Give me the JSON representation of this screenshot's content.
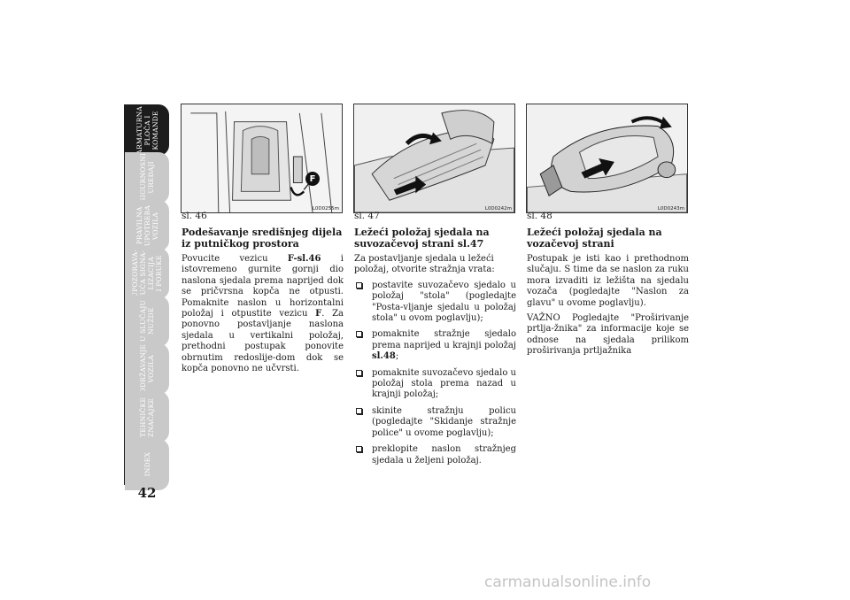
{
  "tabs": [
    {
      "label": "ARMATURNA\nPLOČA I\nKOMANDE",
      "active": true
    },
    {
      "label": "SIGURNOSNI\nUREĐAJI",
      "active": false
    },
    {
      "label": "PRAVILNA\nUPOTREBA\nVOZILA",
      "active": false
    },
    {
      "label": "UPOZORAVA-\nJUĆA SIGNA-\nLIZACIJA\nI PORUKE",
      "active": false
    },
    {
      "label": "U SLUČAJU\nNUŽDE",
      "active": false
    },
    {
      "label": "ODRŽAVANJE\nVOZILA",
      "active": false
    },
    {
      "label": "TEHNIČKE\nZNAČAJKE",
      "active": false
    },
    {
      "label": "INDEX",
      "active": false
    }
  ],
  "page_number": "42",
  "figures": {
    "f46": {
      "caption": "sl. 46",
      "code": "L0D0255m",
      "marker": "F"
    },
    "f47": {
      "caption": "sl. 47",
      "code": "L0D0242m"
    },
    "f48": {
      "caption": "sl. 48",
      "code": "L0D0243m"
    }
  },
  "col1": {
    "heading": "Podešavanje središnjeg dijela iz putničkog prostora",
    "p1_a": "Povucite vezicu ",
    "p1_ref": "F-sl.46",
    "p1_b": " i istovremeno gurnite gornji dio naslona sjedala prema naprijed dok se pričvrsna kopča ne otpusti. Pomaknite naslon u horizontalni položaj i otpustite vezicu ",
    "p1_ref2": "F",
    "p1_c": ". Za ponovno postavljanje naslona sjedala u vertikalni položaj, prethodni postupak ponovite obrnutim redoslije-dom dok se kopča ponovno ne učvrsti."
  },
  "col2": {
    "heading": "Ležeći položaj sjedala na suvozačevoj strani sl.47",
    "intro": "Za postavljanje sjedala u ležeći položaj, otvorite stražnja vrata:",
    "bullets": [
      "postavite suvozačevo sjedalo u položaj \"stola\" (pogledajte \"Posta-vljanje sjedalu u položaj stola\" u ovom poglavlju);",
      "pomaknite stražnje sjedalo prema naprijed u krajnji položaj ",
      "pomaknite suvozačevo sjedalo u položaj stola prema nazad u krajnji položaj;",
      "skinite stražnju policu (pogledajte \"Skidanje stražnje police\" u ovome poglavlju);",
      "preklopite naslon stražnjeg sjedala u željeni položaj."
    ],
    "bullet2_ref": "sl.48",
    "bullet2_tail": ";"
  },
  "col3": {
    "heading": "Ležeći položaj sjedala na vozačevoj strani",
    "p1": "Postupak je isti kao i prethodnom slučaju. S time da se naslon za ruku mora izvaditi iz ležišta na sjedalu vozača (pogledajte \"Naslon za glavu\" u ovome poglavlju).",
    "p2": "VAŽNO Pogledajte \"Proširivanje prtlja-žnika\" za informacije koje se odnose na sjedala prilikom proširivanja prtljažnika"
  },
  "watermark": "carmanualsonline.info"
}
